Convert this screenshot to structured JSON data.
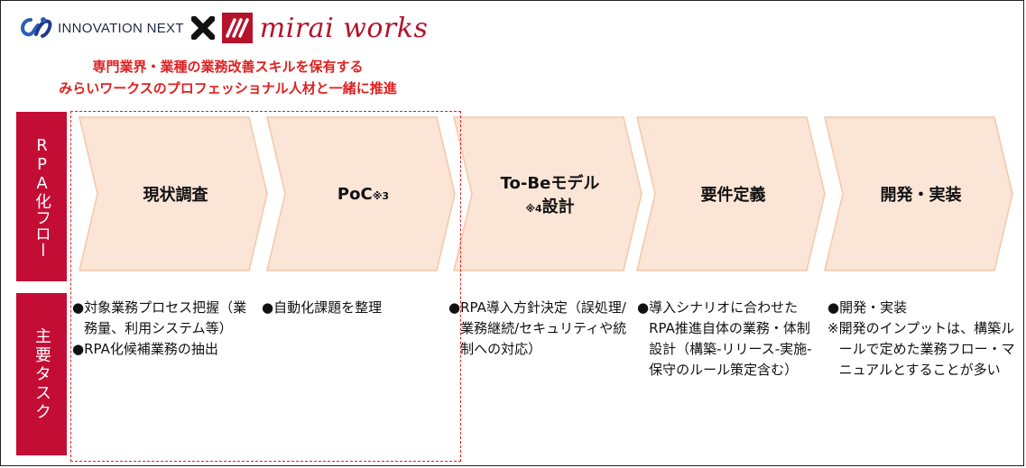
{
  "header": {
    "innovation_next": "INNOVATION NEXT",
    "mirai_works": "mirai works"
  },
  "subtitle": {
    "line1": "専門業界・業種の業務改善スキルを保有する",
    "line2": "みらいワークスのプロフェッショナル人材と一緒に推進"
  },
  "side_labels": {
    "flow": "RPA化フロー",
    "tasks": "主要タスク"
  },
  "steps": [
    {
      "label": "現状調査",
      "sup": ""
    },
    {
      "label": "PoC",
      "sup": "※3"
    },
    {
      "label_line1": "To-Beモデル",
      "sup": "※4",
      "label_line2": "設計"
    },
    {
      "label": "要件定義",
      "sup": ""
    },
    {
      "label": "開発・実装",
      "sup": ""
    }
  ],
  "tasks": {
    "col1": [
      {
        "bullet": "●",
        "text": "対象業務プロセス把握（業務量、利用システム等）"
      },
      {
        "bullet": "●",
        "text": "RPA化候補業務の抽出"
      }
    ],
    "col2": [
      {
        "bullet": "●",
        "text": "自動化課題を整理"
      }
    ],
    "col3": [
      {
        "bullet": "●",
        "text": "RPA導入方針決定（誤処理/業務継続/セキュリティや統制への対応）"
      }
    ],
    "col4": [
      {
        "bullet": "●",
        "text": "導入シナリオに合わせたRPA推進自体の業務・体制設計（構築-リリース-実施-保守のルール策定含む）"
      }
    ],
    "col5": [
      {
        "bullet": "●",
        "text": "開発・実装"
      },
      {
        "bullet": "※",
        "text": "開発のインプットは、構築ルールで定めた業務フロー・マニュアルとすることが多い"
      }
    ]
  },
  "colors": {
    "accent_red": "#c40d35",
    "subtitle_red": "#e02020",
    "chevron_fill": "#fbe5d6",
    "chevron_stroke": "#f4c7a8",
    "logo_blue": "#1f3a8a"
  }
}
